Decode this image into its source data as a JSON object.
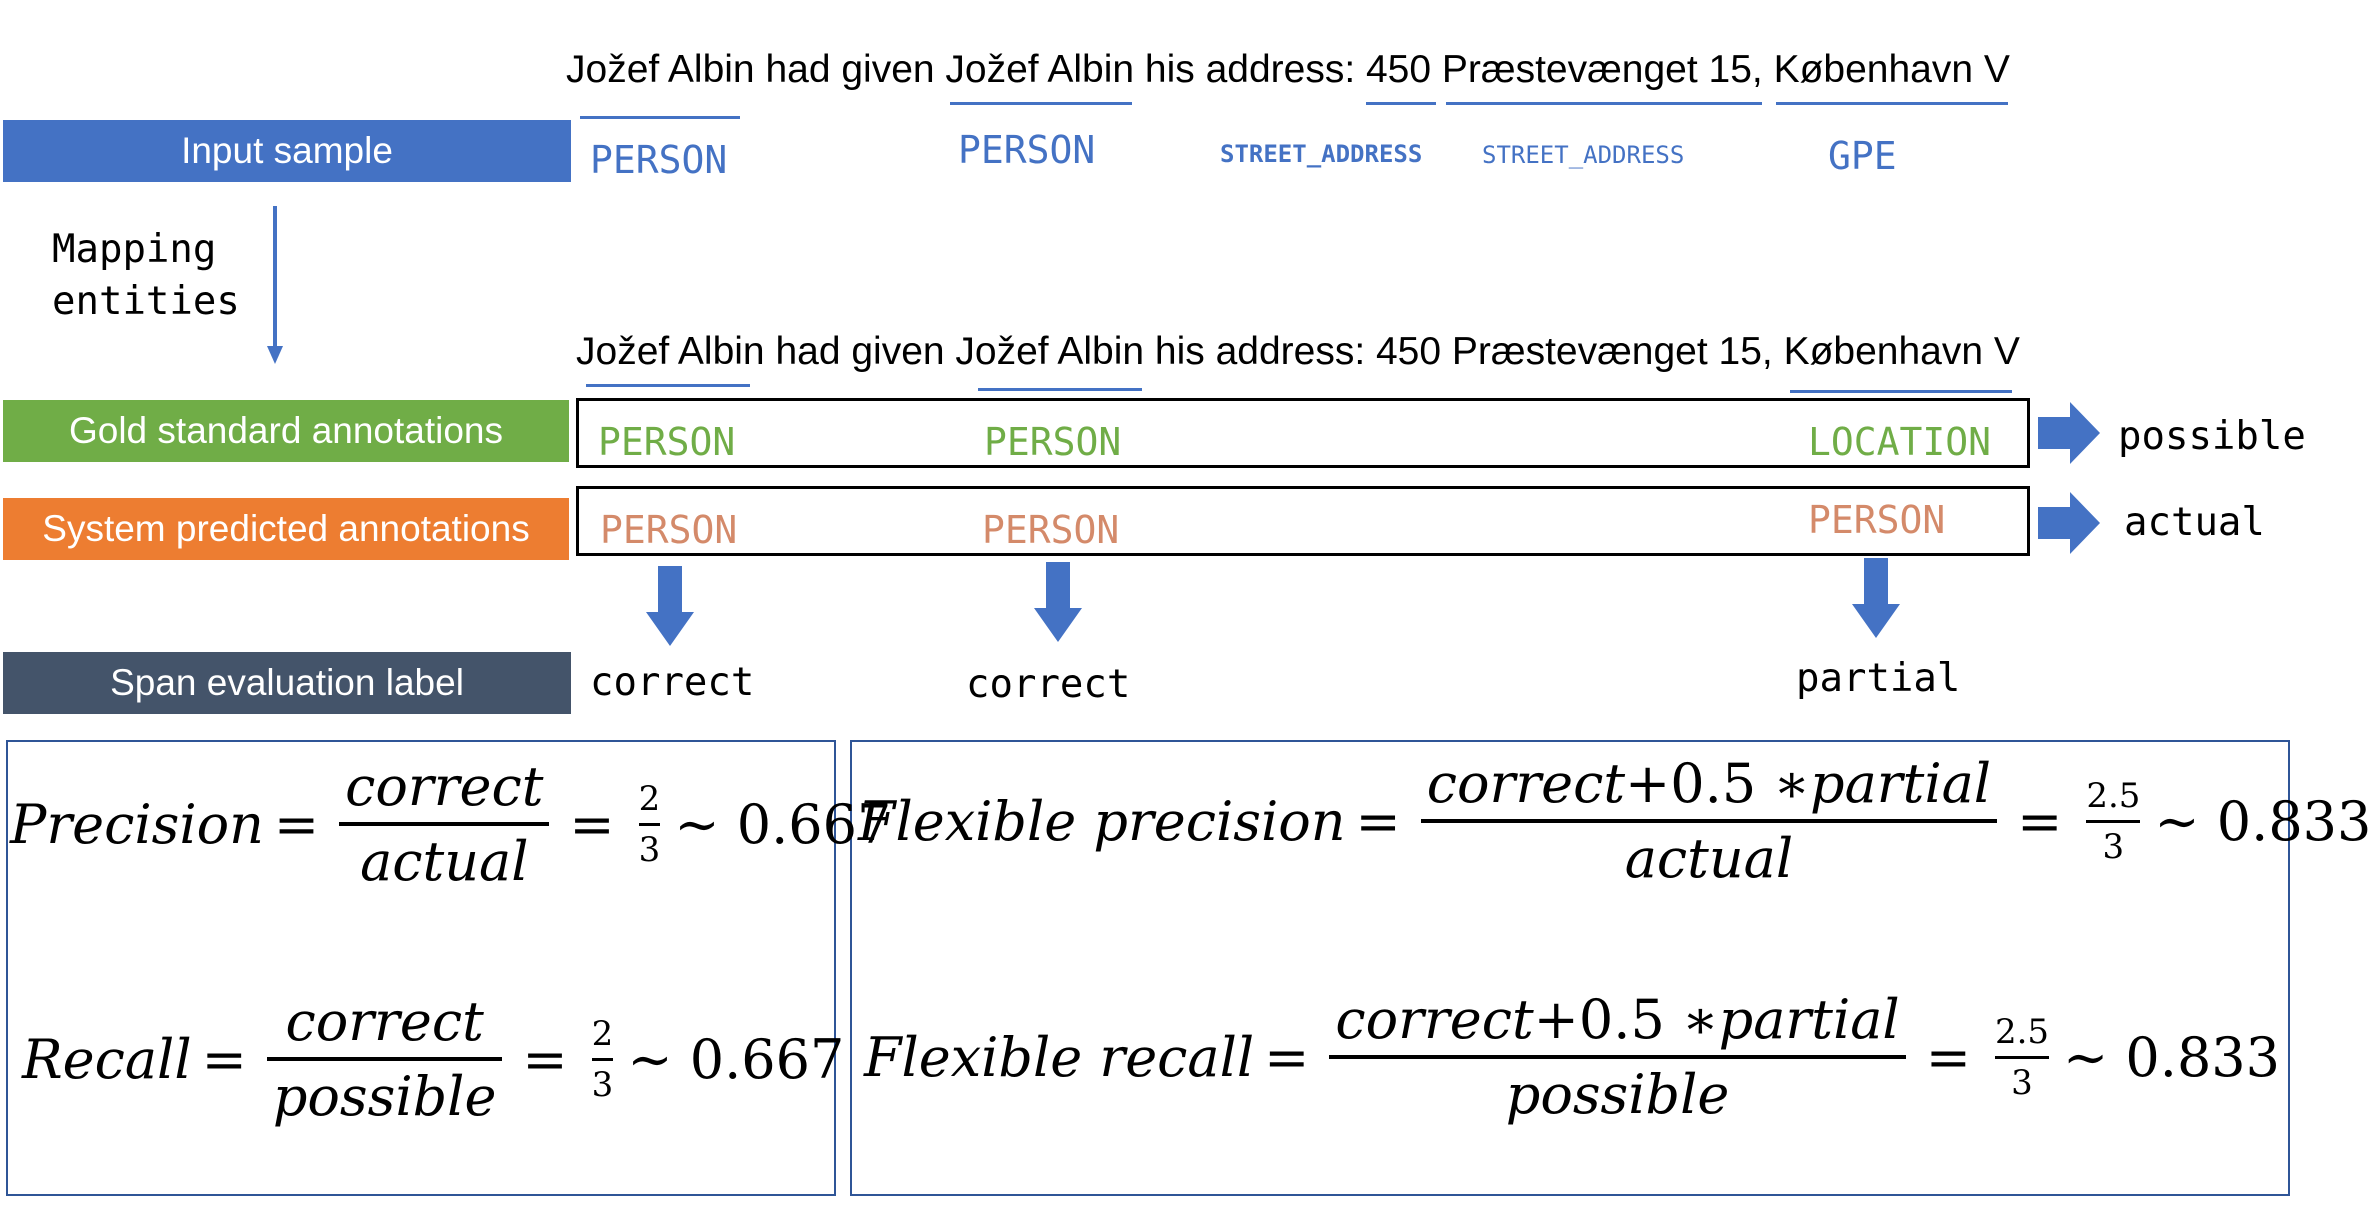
{
  "input_sentence": {
    "prefix": "Jožef Albin had given Jožef Albin his address: 450 Præstevænget 15, København V",
    "tags": {
      "person1": "PERSON",
      "person2": "PERSON",
      "street1": "STREET_ADDRESS",
      "street2": "STREET_ADDRESS",
      "gpe": "GPE"
    }
  },
  "labels": {
    "input_sample": "Input sample",
    "mapping": "Mapping\nentities",
    "gold": "Gold standard annotations",
    "system": "System predicted annotations",
    "span_eval": "Span evaluation label"
  },
  "mapped_sentence": "Jožef Albin had given Jožef Albin his address: 450 Præstevænget 15, København V",
  "gold_tags": {
    "t1": "PERSON",
    "t2": "PERSON",
    "t3": "LOCATION"
  },
  "system_tags": {
    "t1": "PERSON",
    "t2": "PERSON",
    "t3": "PERSON"
  },
  "outcomes": {
    "gold": "possible",
    "system": "actual"
  },
  "eval_labels": {
    "e1": "correct",
    "e2": "correct",
    "e3": "partial"
  },
  "formulas": {
    "precision": {
      "lhs": "Precision",
      "num": "correct",
      "den": "actual",
      "fnum": "2",
      "fden": "3",
      "approx": "∼ 0.667"
    },
    "recall": {
      "lhs": "Recall",
      "num": "correct",
      "den": "possible",
      "fnum": "2",
      "fden": "3",
      "approx": "∼ 0.667"
    },
    "flex_precision": {
      "lhs": "Flexible precision",
      "num_a": "correct",
      "num_b": "+0.5 ∗",
      "num_c": "partial",
      "den": "actual",
      "fnum": "2.5",
      "fden": "3",
      "approx": "∼ 0.833"
    },
    "flex_recall": {
      "lhs": "Flexible recall",
      "num_a": "correct",
      "num_b": "+0.5 ∗",
      "num_c": "partial",
      "den": "possible",
      "fnum": "2.5",
      "fden": "3",
      "approx": "∼ 0.833"
    },
    "eq": "="
  },
  "colors": {
    "blue": "#4472c4",
    "green": "#70ad47",
    "orange": "#ed7d31",
    "slate": "#44546a"
  }
}
